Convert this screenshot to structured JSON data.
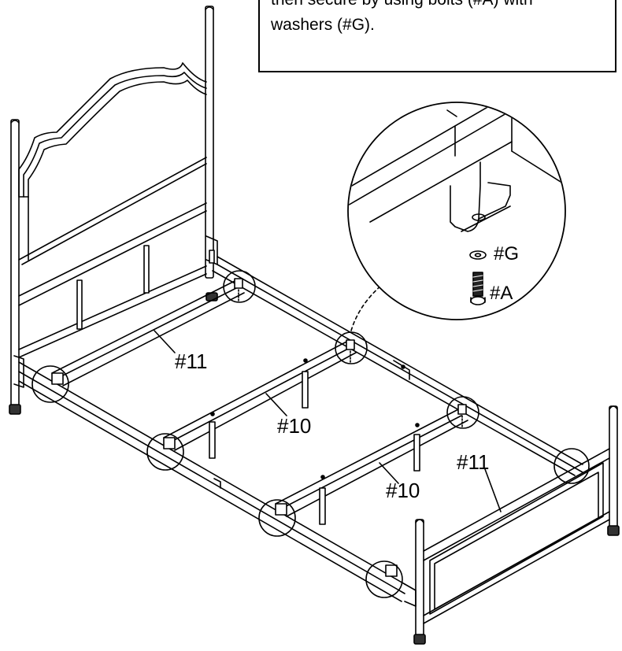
{
  "instruction": {
    "lines": [
      "then secure by using bolts (#A) with",
      "washers (#G)."
    ]
  },
  "callouts": {
    "detail_washer": "#G",
    "detail_bolt": "#A",
    "rail_head": "#11",
    "slat_middle": "#10",
    "slat_front": "#10",
    "rail_foot": "#11"
  }
}
